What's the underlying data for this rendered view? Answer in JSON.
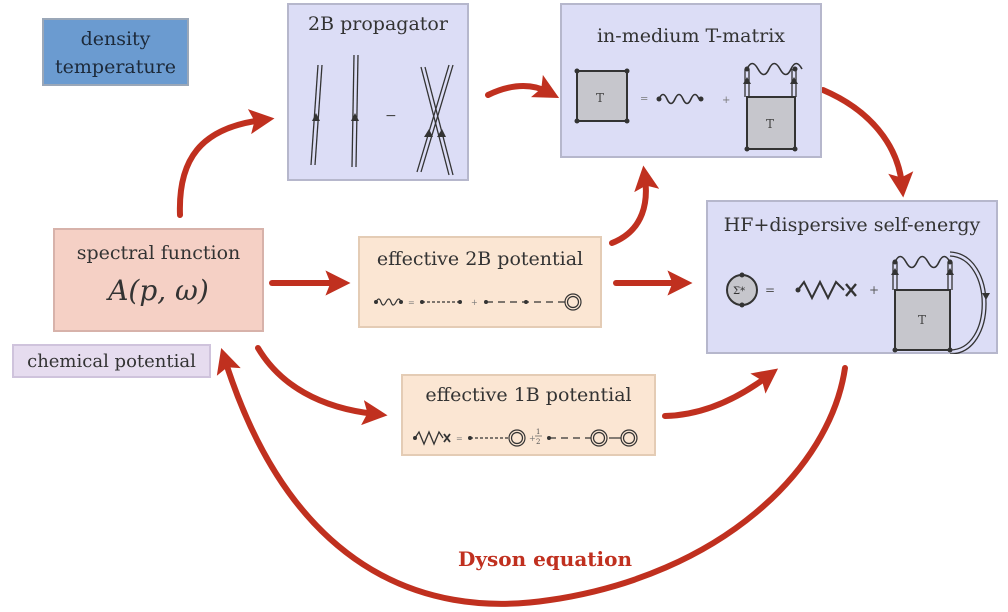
{
  "boxes": {
    "density_temperature": {
      "line1": "density",
      "line2": "temperature"
    },
    "propagator_2b": {
      "title": "2B propagator",
      "minus": "−"
    },
    "t_matrix": {
      "title": "in-medium T-matrix",
      "eq": "=",
      "plus": "+",
      "t_symbol": "T"
    },
    "self_energy": {
      "title": "HF+dispersive self-energy",
      "sigma": "Σ*",
      "eq": "=",
      "plus": "+",
      "t_symbol": "T"
    },
    "spectral_function": {
      "title": "spectral function",
      "formula": "A(p, ω)"
    },
    "chemical_potential": {
      "title": "chemical potential"
    },
    "effective_2b": {
      "title": "effective 2B potential",
      "eq": "=",
      "plus": "+"
    },
    "effective_1b": {
      "title": "effective 1B potential",
      "eq": "=",
      "plus": "+",
      "half_num": "1",
      "half_den": "2"
    }
  },
  "dyson_label": "Dyson equation",
  "colors": {
    "arrow": "#c0301f",
    "box_blue": "#6b9bd0",
    "box_lavender": "#dcddf6",
    "box_pink": "#f5d0c5",
    "box_peach": "#fbe6d3"
  }
}
